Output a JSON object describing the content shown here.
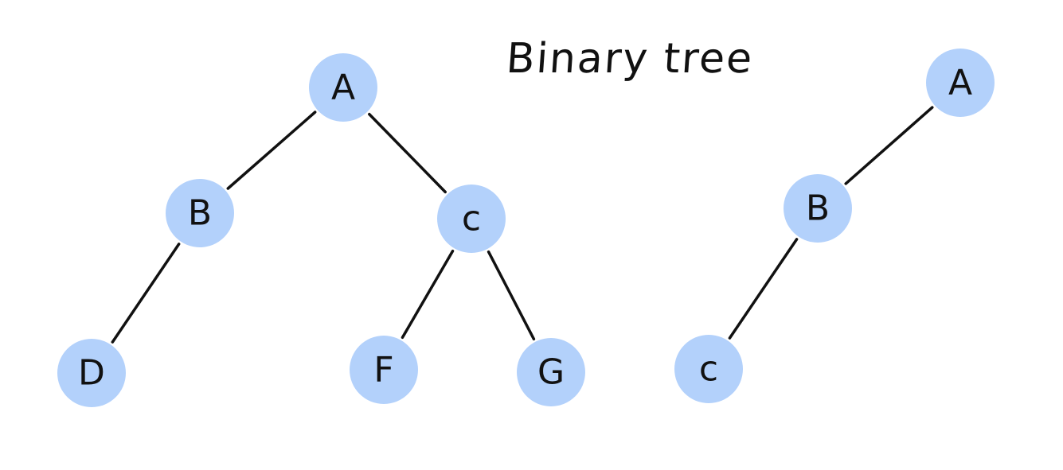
{
  "title": "Binary   tree",
  "colors": {
    "node_fill": "#b3d1fb",
    "edge": "#111111",
    "text": "#111111"
  },
  "trees": [
    {
      "nodes": [
        {
          "id": "l-a",
          "label": "A"
        },
        {
          "id": "l-b",
          "label": "B"
        },
        {
          "id": "l-c",
          "label": "c"
        },
        {
          "id": "l-d",
          "label": "D"
        },
        {
          "id": "l-f",
          "label": "F"
        },
        {
          "id": "l-g",
          "label": "G"
        }
      ],
      "edges": [
        {
          "from": "l-a",
          "to": "l-b"
        },
        {
          "from": "l-a",
          "to": "l-c"
        },
        {
          "from": "l-b",
          "to": "l-d"
        },
        {
          "from": "l-c",
          "to": "l-f"
        },
        {
          "from": "l-c",
          "to": "l-g"
        }
      ]
    },
    {
      "nodes": [
        {
          "id": "r-a",
          "label": "A"
        },
        {
          "id": "r-b",
          "label": "B"
        },
        {
          "id": "r-c",
          "label": "c"
        }
      ],
      "edges": [
        {
          "from": "r-a",
          "to": "r-b"
        },
        {
          "from": "r-b",
          "to": "r-c"
        }
      ]
    }
  ]
}
